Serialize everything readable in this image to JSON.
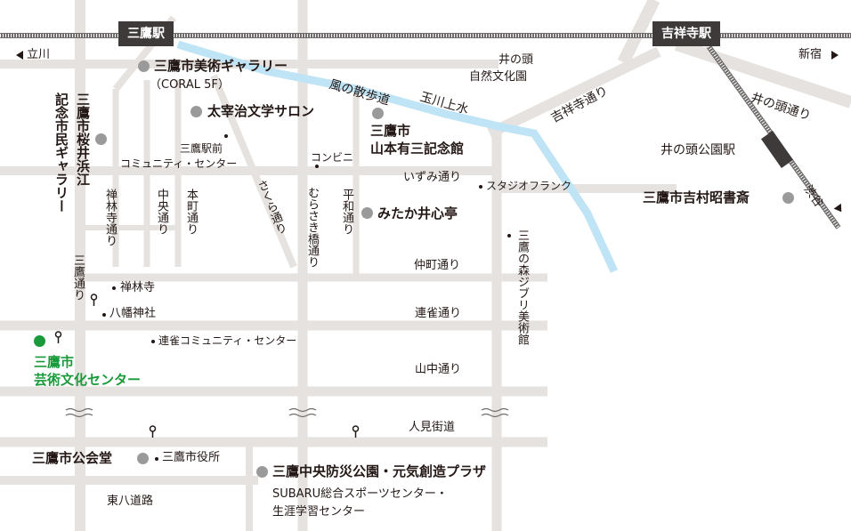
{
  "stations": {
    "mitaka": "三鷹駅",
    "kichijoji": "吉祥寺駅",
    "inokashira_koen": "井の頭公園駅"
  },
  "directions": {
    "tachikawa": "立川",
    "shinjuku": "新宿",
    "shibuya": "渋谷"
  },
  "roads": {
    "kaze_no_sanpomichi": "風の散歩道",
    "tamagawa_josui": "玉川上水",
    "kichijoji_dori": "吉祥寺通り",
    "inokashira_dori": "井の頭通り",
    "izumi_dori": "いずみ通り",
    "nakacho_dori": "仲町通り",
    "renjaku_dori": "連雀通り",
    "yamanaka_dori": "山中通り",
    "hitomi_kaido": "人見街道",
    "higashi_hachi_doro": "東八道路",
    "zenrinji_dori": "禅林寺通り",
    "chuo_dori": "中央通り",
    "honcho_dori": "本町通り",
    "sakura_dori": "さくら通り",
    "murasakibashi_dori": "むらさき橋通り",
    "heiwa_dori": "平和通り",
    "mitaka_dori": "三鷹通り"
  },
  "places": {
    "art_gallery": "三鷹市美術ギャラリー",
    "coral": "（CORAL 5F）",
    "dazai_salon": "太宰治文学サロン",
    "yamamoto_yuzo": [
      "三鷹市",
      "山本有三記念館"
    ],
    "sakurai_hamae": [
      "三鷹市桜井浜江",
      "記念市民ギャラリー"
    ],
    "mitaka_ekimae_community": [
      "三鷹駅前",
      "コミュニティ・センター"
    ],
    "konbini": "コンビニ",
    "inokashira_culture": [
      "井の頭",
      "自然文化園"
    ],
    "studio_franc": "スタジオフランク",
    "ghibli": "三鷹の森ジブリ美術館",
    "mitaka_inokokoro_tei": "みたか井心亭",
    "yoshimura_library": "三鷹市吉村昭書斎",
    "zenrinji": "禅林寺",
    "hachiman_jinja": "八幡神社",
    "renjaku_community": "連雀コミュニティ・センター",
    "arts_center": [
      "三鷹市",
      "芸術文化センター"
    ],
    "public_hall": "三鷹市公会堂",
    "city_hall": "三鷹市役所",
    "bousai_park": "三鷹中央防災公園・元気創造プラザ",
    "subaru": [
      "SUBARU総合スポーツセンター・",
      "生涯学習センター"
    ]
  },
  "colors": {
    "road": "#e5e2df",
    "water": "#bfe4f6",
    "rail": "#6f6c6b",
    "station_box": "#3e3a39",
    "venue_green": "#1a9a3a",
    "marker_gray": "#9a9a9a"
  }
}
